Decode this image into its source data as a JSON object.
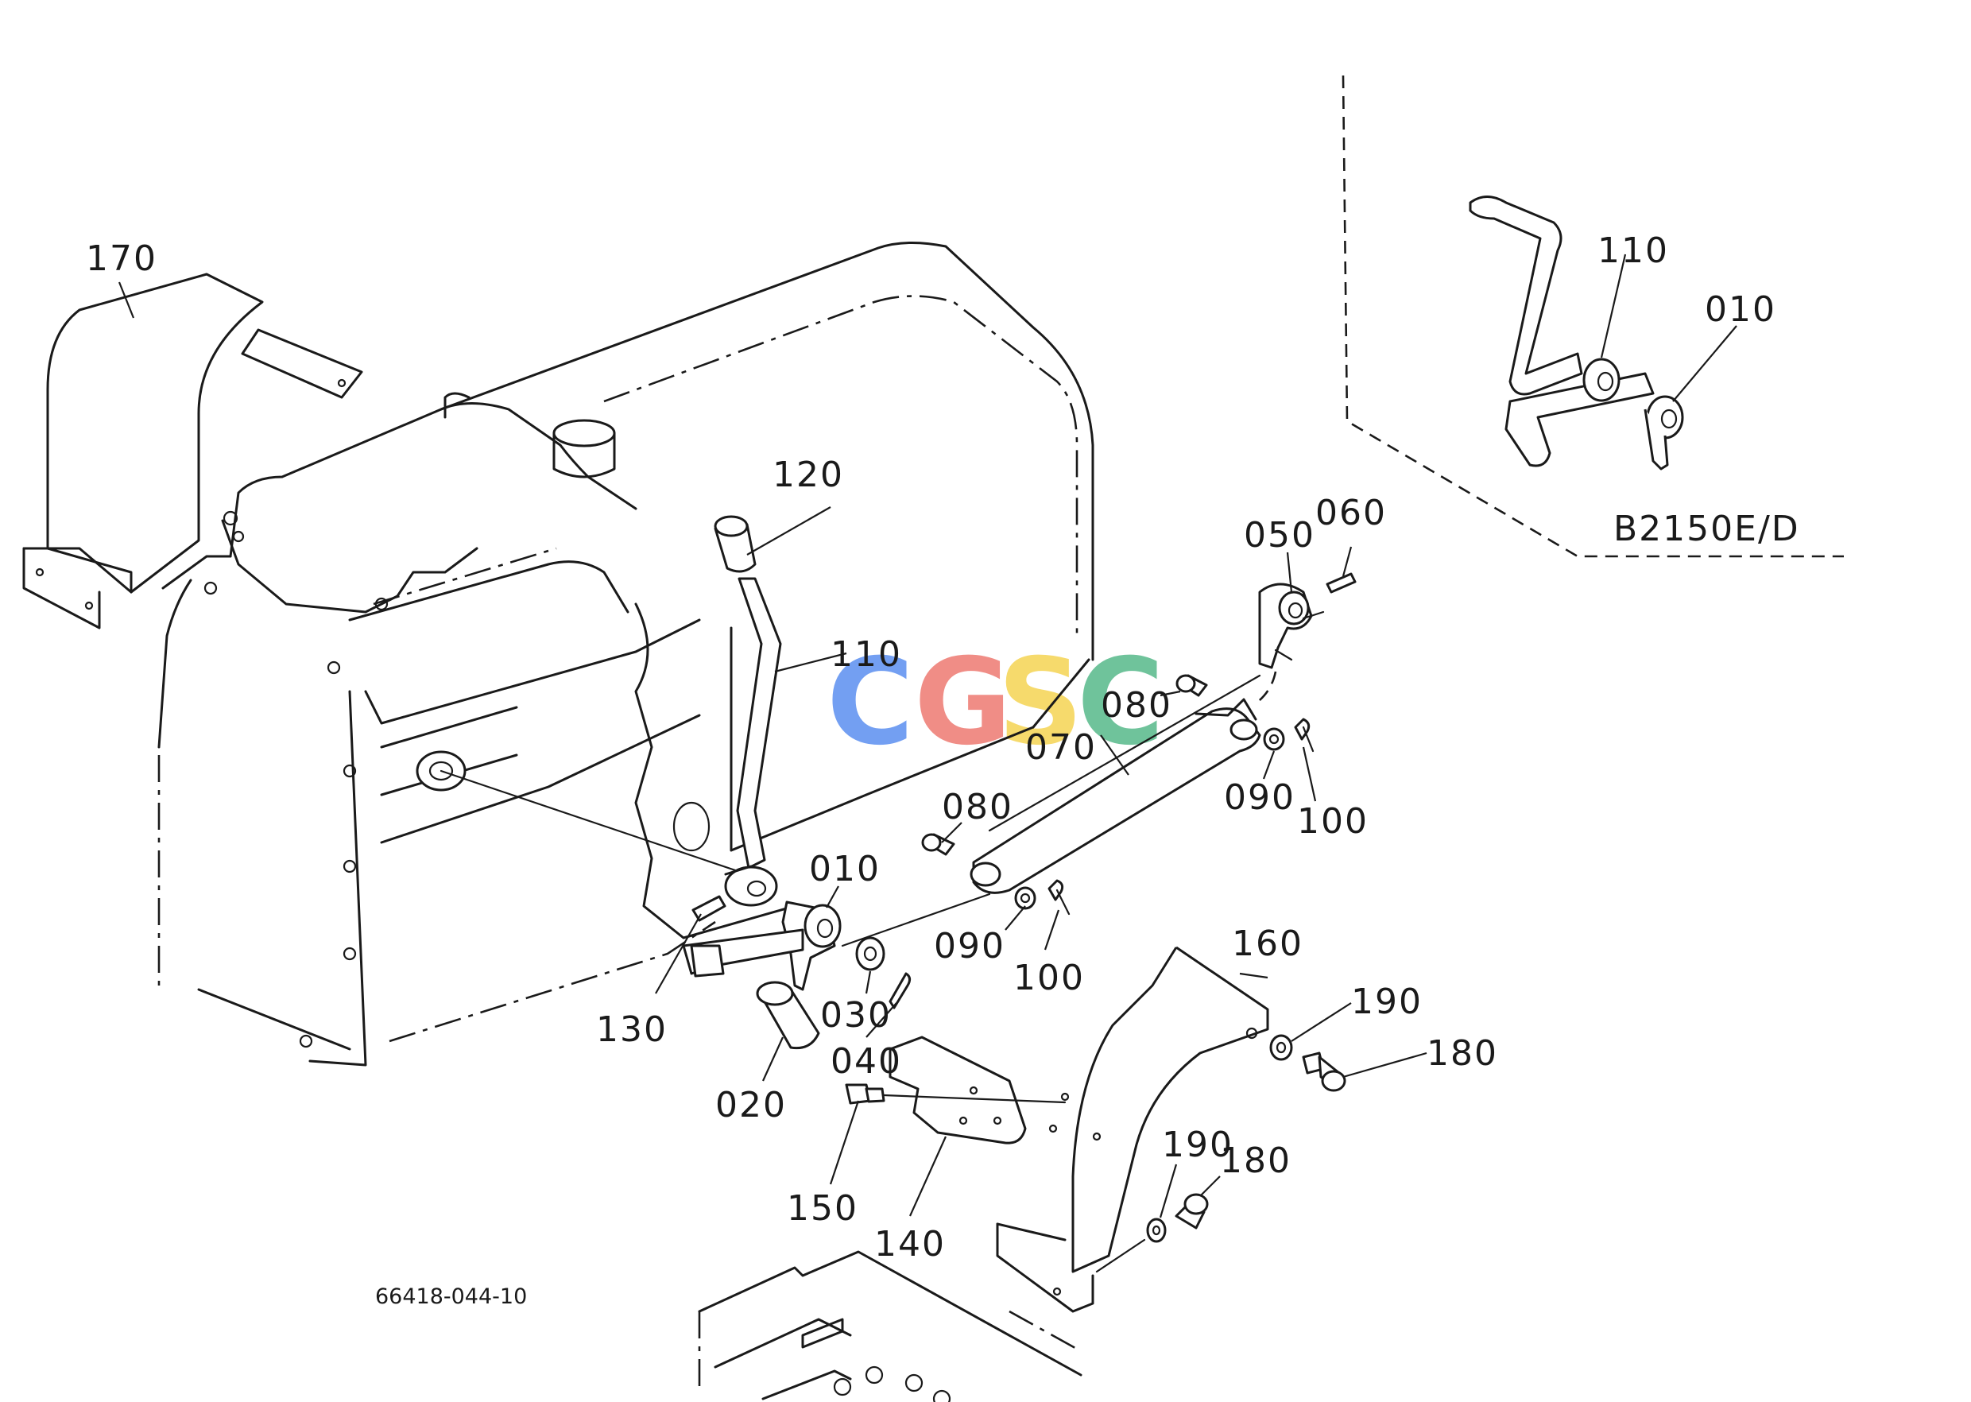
{
  "diagram": {
    "variant_label": "B2150E/D",
    "figure_code": "66418-044-10",
    "watermark": {
      "letters": [
        "C",
        "G",
        "S",
        "C"
      ],
      "colors": [
        "#5b8ff0",
        "#ee7a72",
        "#f5d453",
        "#57b98a"
      ]
    },
    "callouts": {
      "c170": "170",
      "c120": "120",
      "c110_main": "110",
      "c110_inset": "110",
      "c010_inset": "010",
      "c050": "050",
      "c060": "060",
      "c080_top": "080",
      "c070": "070",
      "c090_right": "090",
      "c100_right": "100",
      "c080_left": "080",
      "c010_main": "010",
      "c090_left": "090",
      "c100_left": "100",
      "c130": "130",
      "c030": "030",
      "c040": "040",
      "c020": "020",
      "c160": "160",
      "c190_top": "190",
      "c180_top": "180",
      "c150": "150",
      "c140": "140",
      "c190_bottom": "190",
      "c180_bottom": "180"
    }
  }
}
